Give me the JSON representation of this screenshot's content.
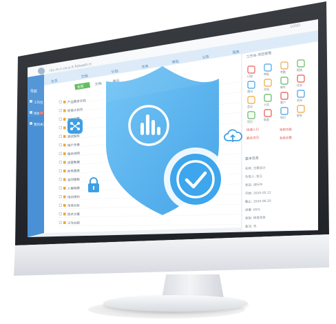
{
  "window": {
    "title": "rsc.m.n.ce.p.it.fieteeth.tr"
  },
  "topbar": {
    "right_label": "LOGO",
    "tabs": [
      "主页",
      "文档",
      "计划",
      "任务",
      "审批",
      "公告",
      "报表"
    ]
  },
  "sidebar": {
    "header": "导航",
    "items": [
      {
        "label": "工作台",
        "badge": ""
      },
      {
        "label": "待办事项",
        "badge": "12"
      },
      {
        "label": "我的关注",
        "badge": ""
      }
    ]
  },
  "file_panel": {
    "tabs": [
      "全部",
      "文档",
      "最近"
    ],
    "active_tab_index": 0,
    "rows": [
      "产品需求文档",
      "项目计划书",
      "会议纪要",
      "设计规范",
      "测试报告",
      "用户手册",
      "版本说明",
      "运营数据",
      "财务报表",
      "合同模板",
      "人事档案",
      "培训资料",
      "市场分析",
      "技术方案",
      "工作总结"
    ]
  },
  "right_panel": {
    "title": "工作台-项目管理",
    "apps": [
      "日程",
      "审批",
      "考勤",
      "报销",
      "通讯",
      "文档",
      "邮件",
      "任务",
      "会议",
      "公告",
      "客户",
      "合同",
      "项目",
      "报表",
      "知识",
      "更多"
    ],
    "links": [
      "快速入口",
      "常用功能",
      "最近访问",
      "系统设置"
    ],
    "detail_title": "基本信息",
    "details": [
      "名称: 方案设计",
      "负责人: 张三",
      "状态: 进行中",
      "开始: 2020.05.12",
      "截止: 2020.06.20",
      "进度: 65%",
      "类型: 研发项目",
      "备注: 无"
    ]
  },
  "overlay": {
    "shield_color": "#4fb2ee",
    "check_color": "#3da6ec",
    "icons": [
      "shield-icon",
      "bar-chart-icon",
      "check-circle-icon",
      "network-icon",
      "lock-icon",
      "cloud-upload-icon"
    ]
  },
  "colors": {
    "accent": "#3f9ee8",
    "sidebar": "#3c8fd8",
    "active_tab": "#5cb85c"
  }
}
